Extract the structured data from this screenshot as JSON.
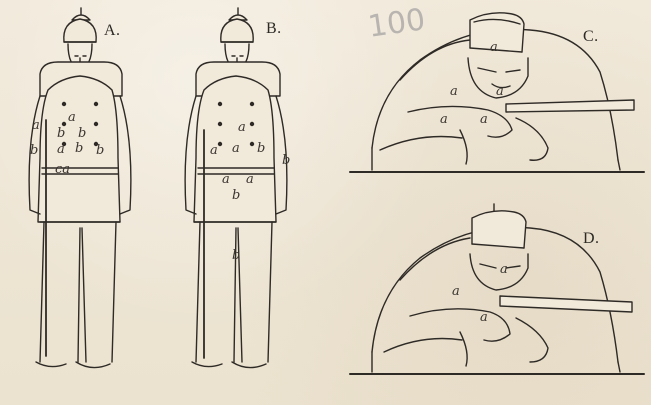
{
  "labels": {
    "a": "A.",
    "b": "B.",
    "c": "C.",
    "d": "D."
  },
  "pencil_note": "100",
  "marks_a": [
    "a",
    "a",
    "b",
    "b",
    "b",
    "a",
    "b",
    "b",
    "ca"
  ],
  "marks_b": [
    "a",
    "a",
    "a",
    "b",
    "b",
    "a",
    "a",
    "b",
    "b"
  ],
  "marks_c": [
    "a",
    "a",
    "a",
    "a",
    "a"
  ],
  "marks_d": [
    "a",
    "a",
    "a"
  ],
  "colors": {
    "paper": "#efe7d6",
    "ink": "#2e2a26",
    "pencil": "#a6a3a2"
  }
}
